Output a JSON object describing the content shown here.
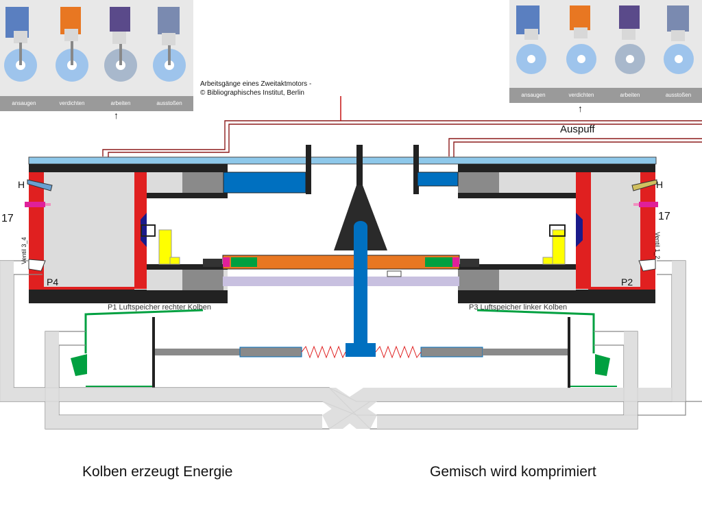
{
  "thumbnails": {
    "left": [
      "ansaugen",
      "verdichten",
      "arbeiten",
      "ausstoßen"
    ],
    "right": [
      "ansaugen",
      "verdichten",
      "arbeiten",
      "ausstoßen"
    ]
  },
  "caption": {
    "line1": "Arbeitsgänge eines Zweitaktmotors -",
    "line2": "© Bibliographisches Institut, Berlin"
  },
  "labels": {
    "auspuff": "Auspuff",
    "h_left": "H",
    "h_right": "H",
    "n17_left": "17",
    "n17_right": "17",
    "valve_left": "Ventil 3_4",
    "valve_right": "Ventil 1_2",
    "p4": "P4",
    "p2": "P2",
    "p1": "P1 Luftspeicher rechter Kolben",
    "p3": "P3 Luftspeicher linker Kolben"
  },
  "bottom": {
    "left": "Kolben erzeugt Energie",
    "right": "Gemisch wird komprimiert"
  },
  "colors": {
    "red": "#e02020",
    "blue": "#0070c0",
    "lightblue": "#8ec8ea",
    "orange": "#e87722",
    "green": "#00a040",
    "yellow": "#ffff00",
    "lavender": "#c8c0e0",
    "gray": "#c8c8c8"
  }
}
